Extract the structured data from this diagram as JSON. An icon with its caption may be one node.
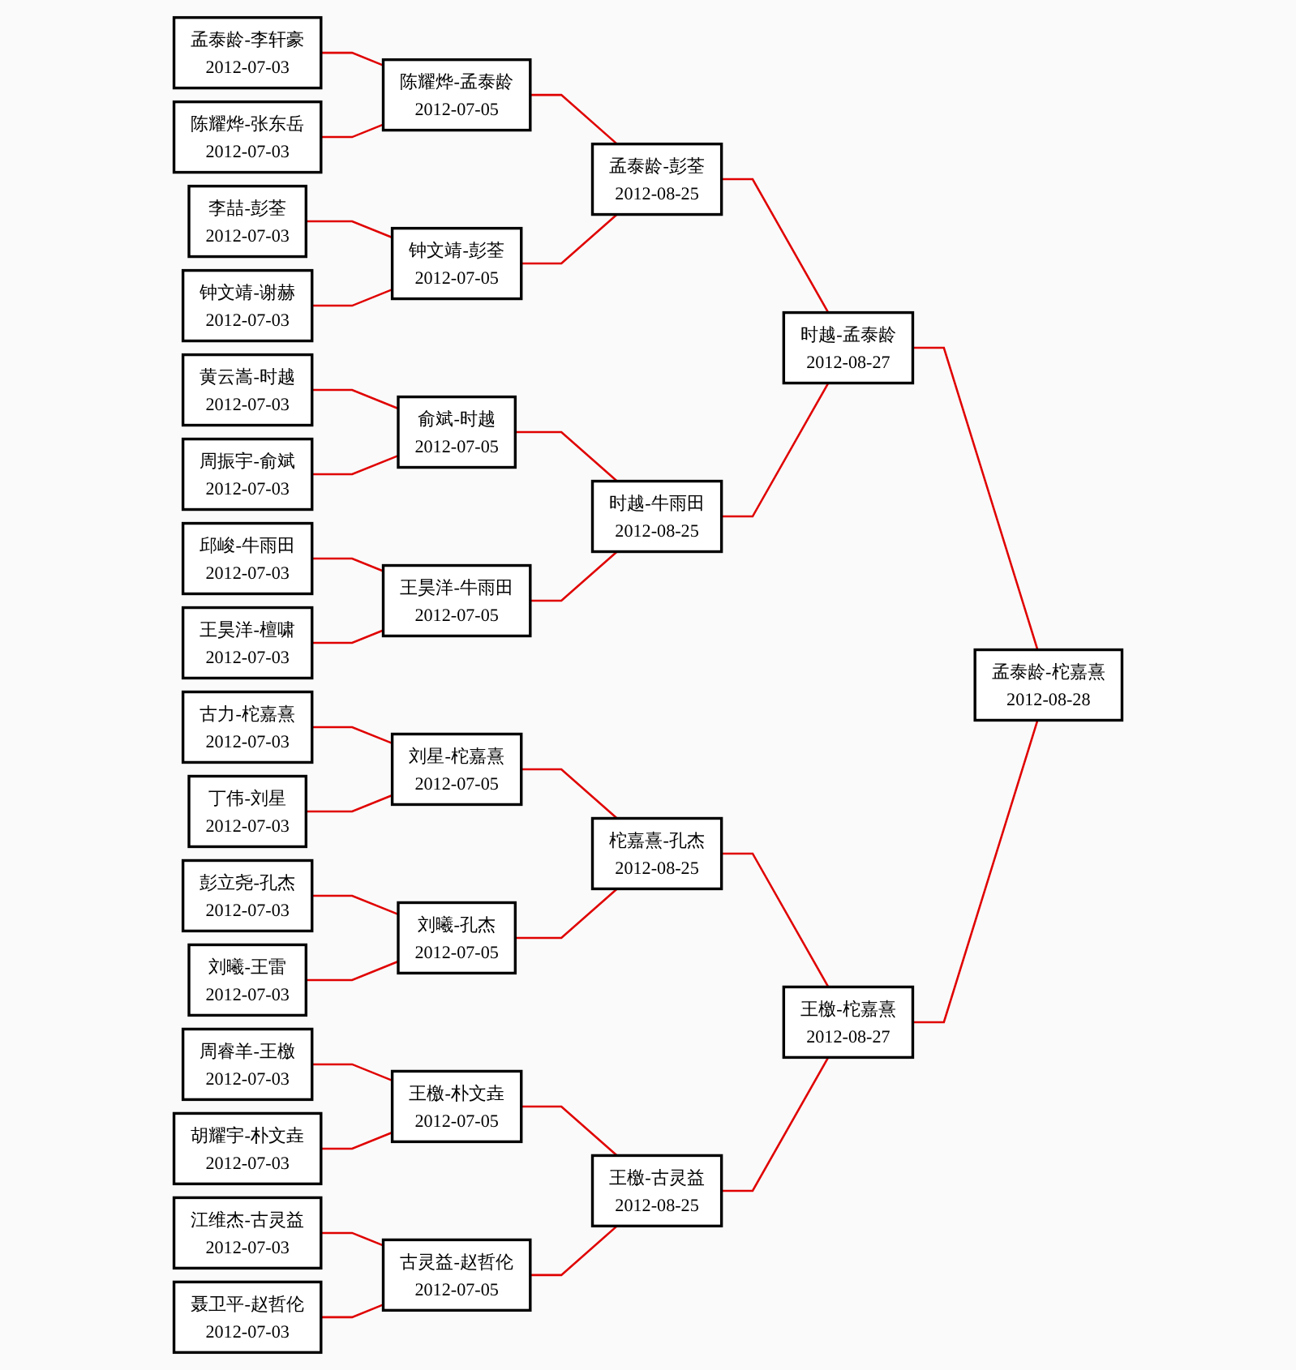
{
  "diagram": {
    "nodes": [
      {
        "text": [
          "孟泰龄-李轩豪",
          "2012-07-03"
        ]
      },
      {
        "text": [
          "陈耀烨-张东岳",
          "2012-07-03"
        ]
      },
      {
        "text": [
          "李喆-彭荃",
          "2012-07-03"
        ]
      },
      {
        "text": [
          "钟文靖-谢赫",
          "2012-07-03"
        ]
      },
      {
        "text": [
          "黄云嵩-时越",
          "2012-07-03"
        ]
      },
      {
        "text": [
          "周振宇-俞斌",
          "2012-07-03"
        ]
      },
      {
        "text": [
          "邱峻-牛雨田",
          "2012-07-03"
        ]
      },
      {
        "text": [
          "王昊洋-檀啸",
          "2012-07-03"
        ]
      },
      {
        "text": [
          "古力-柁嘉熹",
          "2012-07-03"
        ]
      },
      {
        "text": [
          "丁伟-刘星",
          "2012-07-03"
        ]
      },
      {
        "text": [
          "彭立尧-孔杰",
          "2012-07-03"
        ]
      },
      {
        "text": [
          "刘曦-王雷",
          "2012-07-03"
        ]
      },
      {
        "text": [
          "周睿羊-王檄",
          "2012-07-03"
        ]
      },
      {
        "text": [
          "胡耀宇-朴文垚",
          "2012-07-03"
        ]
      },
      {
        "text": [
          "江维杰-古灵益",
          "2012-07-03"
        ]
      },
      {
        "text": [
          "聂卫平-赵哲伦",
          "2012-07-03"
        ]
      },
      {
        "text": [
          "陈耀烨-孟泰龄",
          "2012-07-05"
        ]
      },
      {
        "text": [
          "钟文靖-彭荃",
          "2012-07-05"
        ]
      },
      {
        "text": [
          "俞斌-时越",
          "2012-07-05"
        ]
      },
      {
        "text": [
          "王昊洋-牛雨田",
          "2012-07-05"
        ]
      },
      {
        "text": [
          "刘星-柁嘉熹",
          "2012-07-05"
        ]
      },
      {
        "text": [
          "刘曦-孔杰",
          "2012-07-05"
        ]
      },
      {
        "text": [
          "王檄-朴文垚",
          "2012-07-05"
        ]
      },
      {
        "text": [
          "古灵益-赵哲伦",
          "2012-07-05"
        ]
      },
      {
        "text": [
          "孟泰龄-彭荃",
          "2012-08-25"
        ]
      },
      {
        "text": [
          "时越-牛雨田",
          "2012-08-25"
        ]
      },
      {
        "text": [
          "柁嘉熹-孔杰",
          "2012-08-25"
        ]
      },
      {
        "text": [
          "王檄-古灵益",
          "2012-08-25"
        ]
      },
      {
        "text": [
          "时越-孟泰龄",
          "2012-08-27"
        ]
      },
      {
        "text": [
          "王檄-柁嘉熹",
          "2012-08-27"
        ]
      },
      {
        "text": [
          "孟泰龄-柁嘉熹",
          "2012-08-28"
        ]
      }
    ],
    "edges": [
      {
        "from": 0,
        "to": 16,
        "arrow": "none"
      },
      {
        "from": 1,
        "to": 16,
        "arrow": "none"
      },
      {
        "from": 2,
        "to": 17,
        "arrow": "none"
      },
      {
        "from": 3,
        "to": 17,
        "arrow": "none"
      },
      {
        "from": 4,
        "to": 18,
        "arrow": "none"
      },
      {
        "from": 5,
        "to": 18,
        "arrow": "none"
      },
      {
        "from": 6,
        "to": 19,
        "arrow": "none"
      },
      {
        "from": 7,
        "to": 19,
        "arrow": "none"
      },
      {
        "from": 8,
        "to": 20,
        "arrow": "none"
      },
      {
        "from": 9,
        "to": 20,
        "arrow": "none"
      },
      {
        "from": 10,
        "to": 21,
        "arrow": "none"
      },
      {
        "from": 11,
        "to": 21,
        "arrow": "none"
      },
      {
        "from": 12,
        "to": 22,
        "arrow": "none"
      },
      {
        "from": 13,
        "to": 22,
        "arrow": "none"
      },
      {
        "from": 14,
        "to": 23,
        "arrow": "none"
      },
      {
        "from": 15,
        "to": 23,
        "arrow": "none"
      },
      {
        "from": 16,
        "to": 24,
        "arrow": "none"
      },
      {
        "from": 17,
        "to": 24,
        "arrow": "none"
      },
      {
        "from": 18,
        "to": 25,
        "arrow": "none"
      },
      {
        "from": 19,
        "to": 25,
        "arrow": "none"
      },
      {
        "from": 20,
        "to": 26,
        "arrow": "none"
      },
      {
        "from": 21,
        "to": 26,
        "arrow": "none"
      },
      {
        "from": 22,
        "to": 27,
        "arrow": "none"
      },
      {
        "from": 23,
        "to": 27,
        "arrow": "none"
      },
      {
        "from": 24,
        "to": 28,
        "arrow": "none"
      },
      {
        "from": 25,
        "to": 28,
        "arrow": "none"
      },
      {
        "from": 26,
        "to": 29,
        "arrow": "none"
      },
      {
        "from": 27,
        "to": 29,
        "arrow": "none"
      },
      {
        "from": 28,
        "to": 30,
        "arrow": "none"
      },
      {
        "from": 29,
        "to": 30,
        "arrow": "none"
      }
    ]
  }
}
